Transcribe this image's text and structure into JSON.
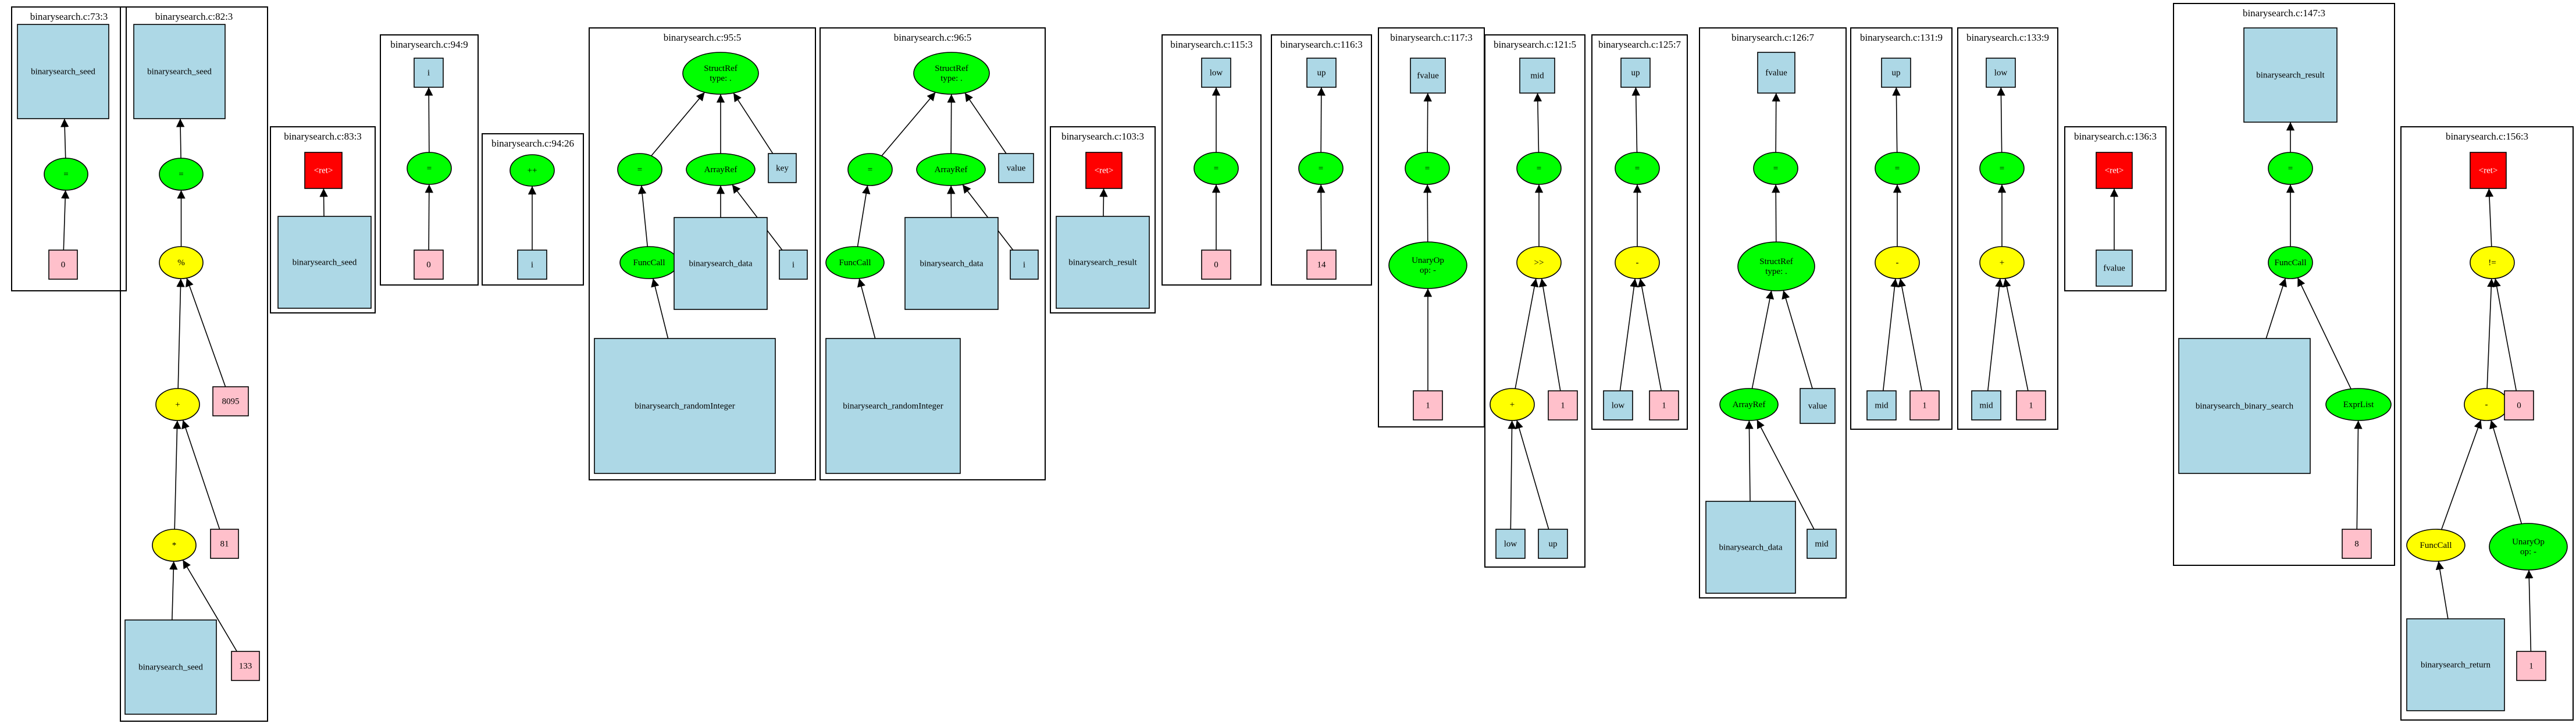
{
  "colors": {
    "variable": "#add8e6",
    "constant": "#ffc0cb",
    "operator_green": "#00ff00",
    "operator_yellow": "#ffff00",
    "return_red": "#ff0000",
    "edge": "#000000",
    "cluster_border": "#000000"
  },
  "clusters": [
    {
      "title": "binarysearch.c:73:3",
      "nodes": [
        {
          "id": "v",
          "label": "binarysearch_seed",
          "kind": "variable"
        },
        {
          "id": "op",
          "label": "=",
          "kind": "op-green"
        },
        {
          "id": "c",
          "label": "0",
          "kind": "constant"
        }
      ],
      "edges": [
        [
          "c",
          "op"
        ],
        [
          "op",
          "v"
        ]
      ]
    },
    {
      "title": "binarysearch.c:82:3",
      "nodes": [
        {
          "id": "v",
          "label": "binarysearch_seed",
          "kind": "variable"
        },
        {
          "id": "op",
          "label": "=",
          "kind": "op-green"
        },
        {
          "id": "mod",
          "label": "%",
          "kind": "op-yellow"
        },
        {
          "id": "c8095",
          "label": "8095",
          "kind": "constant"
        },
        {
          "id": "add",
          "label": "+",
          "kind": "op-yellow"
        },
        {
          "id": "c81",
          "label": "81",
          "kind": "constant"
        },
        {
          "id": "mul",
          "label": "*",
          "kind": "op-yellow"
        },
        {
          "id": "v2",
          "label": "binarysearch_seed",
          "kind": "variable"
        },
        {
          "id": "c133",
          "label": "133",
          "kind": "constant"
        }
      ],
      "edges": [
        [
          "op",
          "v"
        ],
        [
          "mod",
          "op"
        ],
        [
          "add",
          "mod"
        ],
        [
          "c8095",
          "mod"
        ],
        [
          "mul",
          "add"
        ],
        [
          "c81",
          "add"
        ],
        [
          "v2",
          "mul"
        ],
        [
          "c133",
          "mul"
        ]
      ]
    },
    {
      "title": "binarysearch.c:83:3",
      "nodes": [
        {
          "id": "ret",
          "label": "<ret>",
          "kind": "return"
        },
        {
          "id": "v",
          "label": "binarysearch_seed",
          "kind": "variable"
        }
      ],
      "edges": [
        [
          "v",
          "ret"
        ]
      ]
    },
    {
      "title": "binarysearch.c:94:9",
      "nodes": [
        {
          "id": "v",
          "label": "i",
          "kind": "variable"
        },
        {
          "id": "op",
          "label": "=",
          "kind": "op-green"
        },
        {
          "id": "c",
          "label": "0",
          "kind": "constant"
        }
      ],
      "edges": [
        [
          "c",
          "op"
        ],
        [
          "op",
          "v"
        ]
      ]
    },
    {
      "title": "binarysearch.c:94:26",
      "nodes": [
        {
          "id": "op",
          "label": "++",
          "kind": "op-green"
        },
        {
          "id": "v",
          "label": "i",
          "kind": "variable"
        }
      ],
      "edges": [
        [
          "v",
          "op"
        ]
      ]
    },
    {
      "title": "binarysearch.c:95:5",
      "nodes": [
        {
          "id": "sr",
          "label": "StructRef\ntype: .",
          "kind": "op-green"
        },
        {
          "id": "op",
          "label": "=",
          "kind": "op-green"
        },
        {
          "id": "ar",
          "label": "ArrayRef",
          "kind": "op-green"
        },
        {
          "id": "key",
          "label": "key",
          "kind": "variable"
        },
        {
          "id": "fc",
          "label": "FuncCall",
          "kind": "op-green"
        },
        {
          "id": "bd",
          "label": "binarysearch_data",
          "kind": "variable"
        },
        {
          "id": "i",
          "label": "i",
          "kind": "variable"
        },
        {
          "id": "ri",
          "label": "binarysearch_randomInteger",
          "kind": "variable"
        }
      ],
      "edges": [
        [
          "op",
          "sr"
        ],
        [
          "ar",
          "sr"
        ],
        [
          "key",
          "sr"
        ],
        [
          "fc",
          "op"
        ],
        [
          "bd",
          "ar"
        ],
        [
          "i",
          "ar"
        ],
        [
          "ri",
          "fc"
        ]
      ]
    },
    {
      "title": "binarysearch.c:96:5",
      "nodes": [
        {
          "id": "sr",
          "label": "StructRef\ntype: .",
          "kind": "op-green"
        },
        {
          "id": "op",
          "label": "=",
          "kind": "op-green"
        },
        {
          "id": "ar",
          "label": "ArrayRef",
          "kind": "op-green"
        },
        {
          "id": "val",
          "label": "value",
          "kind": "variable"
        },
        {
          "id": "fc",
          "label": "FuncCall",
          "kind": "op-green"
        },
        {
          "id": "bd",
          "label": "binarysearch_data",
          "kind": "variable"
        },
        {
          "id": "i",
          "label": "i",
          "kind": "variable"
        },
        {
          "id": "ri",
          "label": "binarysearch_randomInteger",
          "kind": "variable"
        }
      ],
      "edges": [
        [
          "op",
          "sr"
        ],
        [
          "ar",
          "sr"
        ],
        [
          "val",
          "sr"
        ],
        [
          "fc",
          "op"
        ],
        [
          "bd",
          "ar"
        ],
        [
          "i",
          "ar"
        ],
        [
          "ri",
          "fc"
        ]
      ]
    },
    {
      "title": "binarysearch.c:103:3",
      "nodes": [
        {
          "id": "ret",
          "label": "<ret>",
          "kind": "return"
        },
        {
          "id": "v",
          "label": "binarysearch_result",
          "kind": "variable"
        }
      ],
      "edges": [
        [
          "v",
          "ret"
        ]
      ]
    },
    {
      "title": "binarysearch.c:115:3",
      "nodes": [
        {
          "id": "v",
          "label": "low",
          "kind": "variable"
        },
        {
          "id": "op",
          "label": "=",
          "kind": "op-green"
        },
        {
          "id": "c",
          "label": "0",
          "kind": "constant"
        }
      ],
      "edges": [
        [
          "c",
          "op"
        ],
        [
          "op",
          "v"
        ]
      ]
    },
    {
      "title": "binarysearch.c:116:3",
      "nodes": [
        {
          "id": "v",
          "label": "up",
          "kind": "variable"
        },
        {
          "id": "op",
          "label": "=",
          "kind": "op-green"
        },
        {
          "id": "c",
          "label": "14",
          "kind": "constant"
        }
      ],
      "edges": [
        [
          "c",
          "op"
        ],
        [
          "op",
          "v"
        ]
      ]
    },
    {
      "title": "binarysearch.c:117:3",
      "nodes": [
        {
          "id": "v",
          "label": "fvalue",
          "kind": "variable"
        },
        {
          "id": "op",
          "label": "=",
          "kind": "op-green"
        },
        {
          "id": "u",
          "label": "UnaryOp\nop: -",
          "kind": "op-green"
        },
        {
          "id": "c",
          "label": "1",
          "kind": "constant"
        }
      ],
      "edges": [
        [
          "op",
          "v"
        ],
        [
          "u",
          "op"
        ],
        [
          "c",
          "u"
        ]
      ]
    },
    {
      "title": "binarysearch.c:121:5",
      "nodes": [
        {
          "id": "v",
          "label": "mid",
          "kind": "variable"
        },
        {
          "id": "op",
          "label": "=",
          "kind": "op-green"
        },
        {
          "id": "sh",
          "label": ">>",
          "kind": "op-yellow"
        },
        {
          "id": "add",
          "label": "+",
          "kind": "op-yellow"
        },
        {
          "id": "c",
          "label": "1",
          "kind": "constant"
        },
        {
          "id": "low",
          "label": "low",
          "kind": "variable"
        },
        {
          "id": "up",
          "label": "up",
          "kind": "variable"
        }
      ],
      "edges": [
        [
          "op",
          "v"
        ],
        [
          "sh",
          "op"
        ],
        [
          "add",
          "sh"
        ],
        [
          "c",
          "sh"
        ],
        [
          "low",
          "add"
        ],
        [
          "up",
          "add"
        ]
      ]
    },
    {
      "title": "binarysearch.c:125:7",
      "nodes": [
        {
          "id": "v",
          "label": "up",
          "kind": "variable"
        },
        {
          "id": "op",
          "label": "=",
          "kind": "op-green"
        },
        {
          "id": "sub",
          "label": "-",
          "kind": "op-yellow"
        },
        {
          "id": "low",
          "label": "low",
          "kind": "variable"
        },
        {
          "id": "c",
          "label": "1",
          "kind": "constant"
        }
      ],
      "edges": [
        [
          "op",
          "v"
        ],
        [
          "sub",
          "op"
        ],
        [
          "low",
          "sub"
        ],
        [
          "c",
          "sub"
        ]
      ]
    },
    {
      "title": "binarysearch.c:126:7",
      "nodes": [
        {
          "id": "v",
          "label": "fvalue",
          "kind": "variable"
        },
        {
          "id": "op",
          "label": "=",
          "kind": "op-green"
        },
        {
          "id": "sr",
          "label": "StructRef\ntype: .",
          "kind": "op-green"
        },
        {
          "id": "ar",
          "label": "ArrayRef",
          "kind": "op-green"
        },
        {
          "id": "val",
          "label": "value",
          "kind": "variable"
        },
        {
          "id": "bd",
          "label": "binarysearch_data",
          "kind": "variable"
        },
        {
          "id": "mid",
          "label": "mid",
          "kind": "variable"
        }
      ],
      "edges": [
        [
          "op",
          "v"
        ],
        [
          "sr",
          "op"
        ],
        [
          "ar",
          "sr"
        ],
        [
          "val",
          "sr"
        ],
        [
          "bd",
          "ar"
        ],
        [
          "mid",
          "ar"
        ]
      ]
    },
    {
      "title": "binarysearch.c:131:9",
      "nodes": [
        {
          "id": "v",
          "label": "up",
          "kind": "variable"
        },
        {
          "id": "op",
          "label": "=",
          "kind": "op-green"
        },
        {
          "id": "sub",
          "label": "-",
          "kind": "op-yellow"
        },
        {
          "id": "mid",
          "label": "mid",
          "kind": "variable"
        },
        {
          "id": "c",
          "label": "1",
          "kind": "constant"
        }
      ],
      "edges": [
        [
          "op",
          "v"
        ],
        [
          "sub",
          "op"
        ],
        [
          "mid",
          "sub"
        ],
        [
          "c",
          "sub"
        ]
      ]
    },
    {
      "title": "binarysearch.c:133:9",
      "nodes": [
        {
          "id": "v",
          "label": "low",
          "kind": "variable"
        },
        {
          "id": "op",
          "label": "=",
          "kind": "op-green"
        },
        {
          "id": "add",
          "label": "+",
          "kind": "op-yellow"
        },
        {
          "id": "mid",
          "label": "mid",
          "kind": "variable"
        },
        {
          "id": "c",
          "label": "1",
          "kind": "constant"
        }
      ],
      "edges": [
        [
          "op",
          "v"
        ],
        [
          "add",
          "op"
        ],
        [
          "mid",
          "add"
        ],
        [
          "c",
          "add"
        ]
      ]
    },
    {
      "title": "binarysearch.c:136:3",
      "nodes": [
        {
          "id": "ret",
          "label": "<ret>",
          "kind": "return"
        },
        {
          "id": "v",
          "label": "fvalue",
          "kind": "variable"
        }
      ],
      "edges": [
        [
          "v",
          "ret"
        ]
      ]
    },
    {
      "title": "binarysearch.c:147:3",
      "nodes": [
        {
          "id": "v",
          "label": "binarysearch_result",
          "kind": "variable"
        },
        {
          "id": "op",
          "label": "=",
          "kind": "op-green"
        },
        {
          "id": "fc",
          "label": "FuncCall",
          "kind": "op-green"
        },
        {
          "id": "bs",
          "label": "binarysearch_binary_search",
          "kind": "variable"
        },
        {
          "id": "el",
          "label": "ExprList",
          "kind": "op-green"
        },
        {
          "id": "c",
          "label": "8",
          "kind": "constant"
        }
      ],
      "edges": [
        [
          "op",
          "v"
        ],
        [
          "fc",
          "op"
        ],
        [
          "bs",
          "fc"
        ],
        [
          "el",
          "fc"
        ],
        [
          "c",
          "el"
        ]
      ]
    },
    {
      "title": "binarysearch.c:156:3",
      "nodes": [
        {
          "id": "ret",
          "label": "<ret>",
          "kind": "return"
        },
        {
          "id": "ne",
          "label": "!=",
          "kind": "op-yellow"
        },
        {
          "id": "sub",
          "label": "-",
          "kind": "op-yellow"
        },
        {
          "id": "c0",
          "label": "0",
          "kind": "constant"
        },
        {
          "id": "fc",
          "label": "FuncCall",
          "kind": "op-yellow"
        },
        {
          "id": "u",
          "label": "UnaryOp\nop: -",
          "kind": "op-green"
        },
        {
          "id": "br",
          "label": "binarysearch_return",
          "kind": "variable"
        },
        {
          "id": "c1",
          "label": "1",
          "kind": "constant"
        }
      ],
      "edges": [
        [
          "ne",
          "ret"
        ],
        [
          "sub",
          "ne"
        ],
        [
          "c0",
          "ne"
        ],
        [
          "fc",
          "sub"
        ],
        [
          "u",
          "sub"
        ],
        [
          "br",
          "fc"
        ],
        [
          "c1",
          "u"
        ]
      ]
    }
  ]
}
